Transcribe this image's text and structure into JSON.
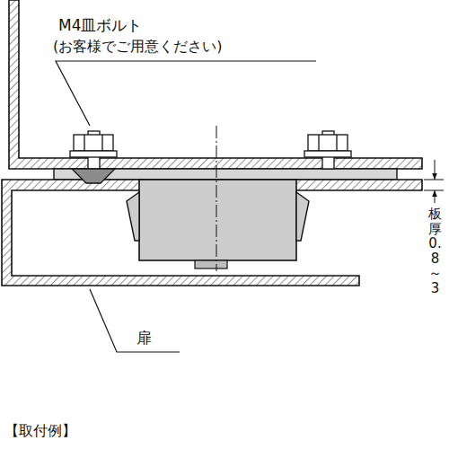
{
  "diagram": {
    "caption": "【取付例】",
    "labels": [
      "M4皿ボルト",
      "(お客様でご用意ください)",
      "扉",
      "板厚0.8～3"
    ]
  }
}
